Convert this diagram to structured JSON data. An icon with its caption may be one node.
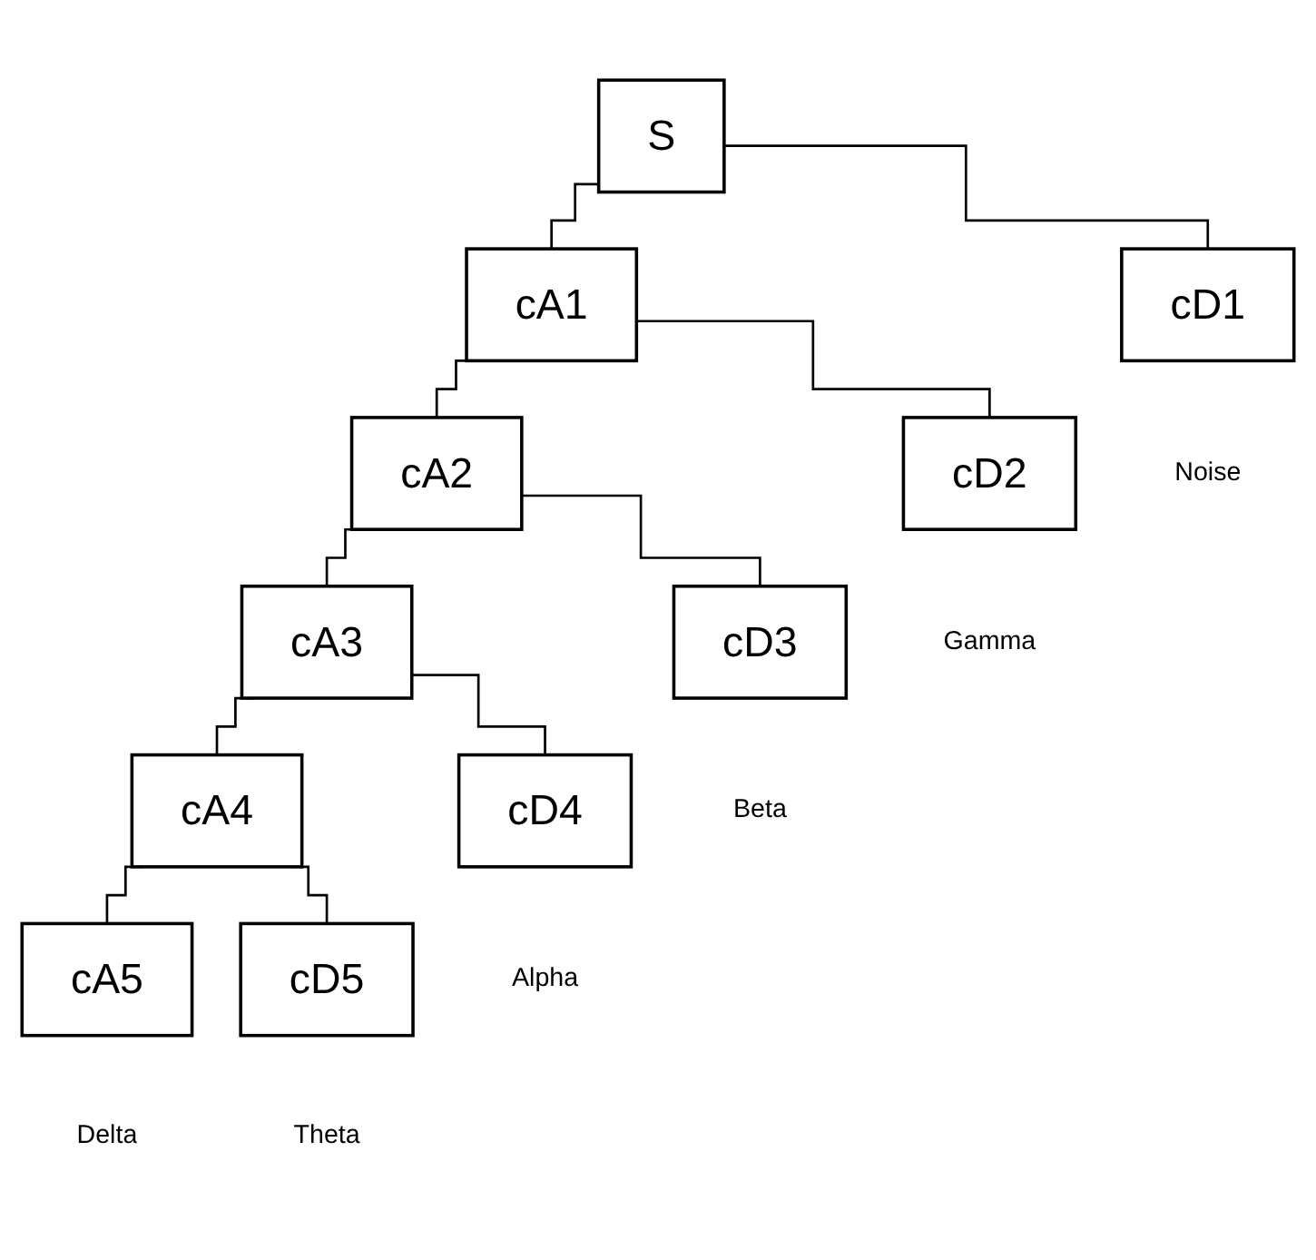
{
  "diagram": {
    "nodes": [
      {
        "text": [
          "S"
        ]
      },
      {
        "text": [
          "cA1"
        ]
      },
      {
        "text": [
          "cD1"
        ],
        "beside": [
          "Noise"
        ]
      },
      {
        "text": [
          "cA2"
        ]
      },
      {
        "text": [
          "cD2"
        ],
        "beside": [
          "Gamma"
        ]
      },
      {
        "text": [
          "cA3"
        ]
      },
      {
        "text": [
          "cD3"
        ],
        "beside": [
          "Beta"
        ]
      },
      {
        "text": [
          "cA4"
        ]
      },
      {
        "text": [
          "cD4"
        ],
        "beside": [
          "Alpha"
        ]
      },
      {
        "text": [
          "cA5"
        ],
        "beside": [
          "Delta"
        ]
      },
      {
        "text": [
          "cD5"
        ],
        "beside": [
          "Theta"
        ]
      }
    ],
    "edges": [
      {
        "from": 0,
        "to": 1,
        "arrow": "none"
      },
      {
        "from": 0,
        "to": 2,
        "arrow": "none"
      },
      {
        "from": 1,
        "to": 3,
        "arrow": "none"
      },
      {
        "from": 1,
        "to": 4,
        "arrow": "none"
      },
      {
        "from": 3,
        "to": 5,
        "arrow": "none"
      },
      {
        "from": 3,
        "to": 6,
        "arrow": "none"
      },
      {
        "from": 5,
        "to": 7,
        "arrow": "none"
      },
      {
        "from": 5,
        "to": 8,
        "arrow": "none"
      },
      {
        "from": 7,
        "to": 9,
        "arrow": "none"
      },
      {
        "from": 7,
        "to": 10,
        "arrow": "none"
      }
    ]
  }
}
